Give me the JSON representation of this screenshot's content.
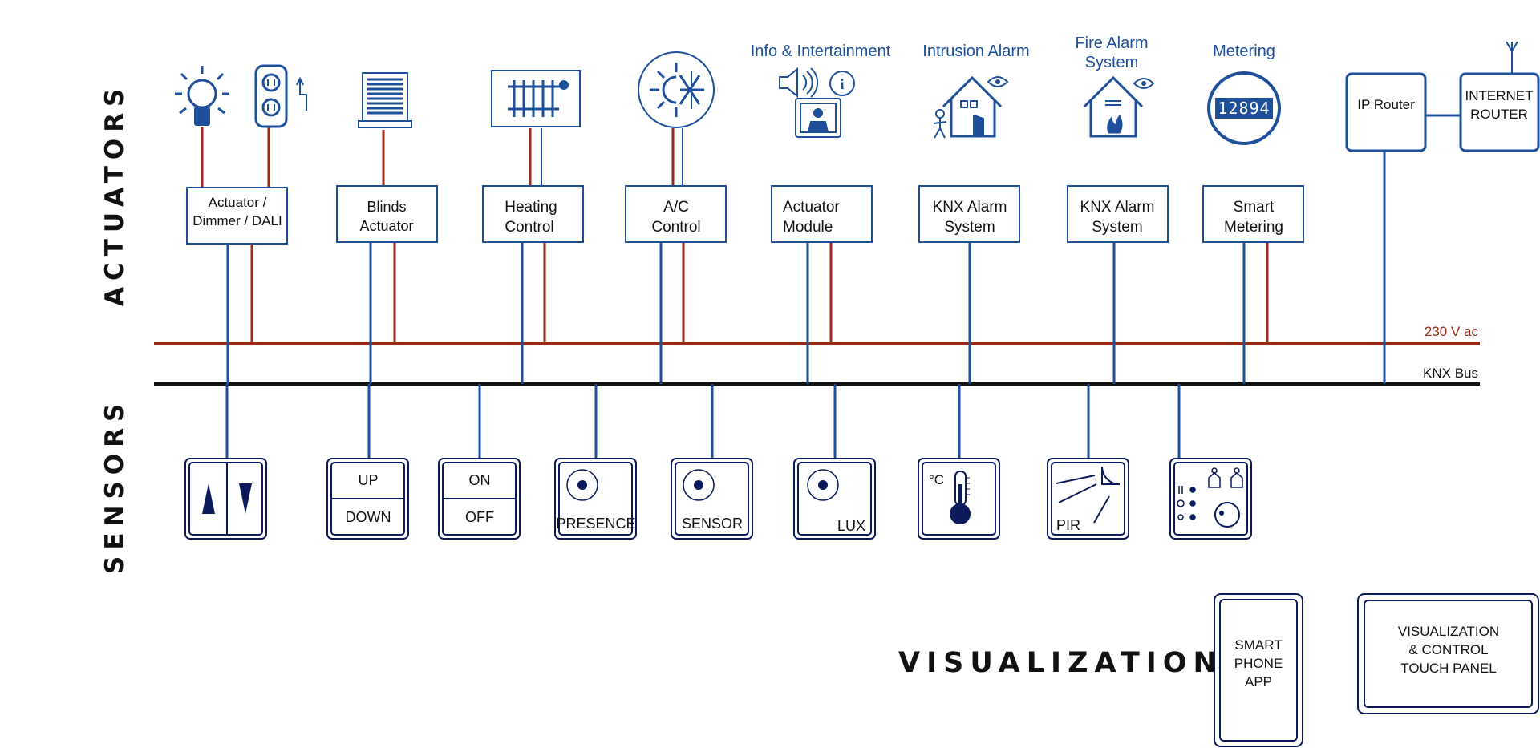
{
  "colors": {
    "blue": "#1d4f9a",
    "navy": "#0b1a5a",
    "red": "#9a2a18",
    "black": "#111111"
  },
  "sections": {
    "actuators": "ACTUATORS",
    "sensors": "SENSORS",
    "visualization": "VISUALIZATION"
  },
  "bus": {
    "power": "230 V ac",
    "knx": "KNX Bus"
  },
  "headers": {
    "info": "Info & Intertainment",
    "intrusion": "Intrusion Alarm",
    "fire": [
      "Fire Alarm",
      "System"
    ],
    "metering": "Metering"
  },
  "actuators": [
    {
      "id": "dimmer",
      "lines": [
        "Actuator /",
        "Dimmer / DALI"
      ]
    },
    {
      "id": "blinds",
      "lines": [
        "Blinds",
        "Actuator"
      ]
    },
    {
      "id": "heating",
      "lines": [
        "Heating",
        "Control"
      ]
    },
    {
      "id": "ac",
      "lines": [
        "A/C",
        "Control"
      ]
    },
    {
      "id": "module",
      "lines": [
        "Actuator",
        "Module"
      ]
    },
    {
      "id": "alarm1",
      "lines": [
        "KNX Alarm",
        "System"
      ]
    },
    {
      "id": "alarm2",
      "lines": [
        "KNX Alarm",
        "System"
      ]
    },
    {
      "id": "metering",
      "lines": [
        "Smart",
        "Metering"
      ]
    }
  ],
  "meter_digits": "12894",
  "routers": {
    "ip": "IP Router",
    "internet": [
      "INTERNET",
      "ROUTER"
    ]
  },
  "sensors": [
    {
      "id": "arrows"
    },
    {
      "id": "updown",
      "top": "UP",
      "bottom": "DOWN"
    },
    {
      "id": "onoff",
      "top": "ON",
      "bottom": "OFF"
    },
    {
      "id": "presence",
      "label": "PRESENCE"
    },
    {
      "id": "sensor",
      "label": "SENSOR"
    },
    {
      "id": "lux",
      "label": "LUX"
    },
    {
      "id": "thermo",
      "label": "°C"
    },
    {
      "id": "pir",
      "label": "PIR"
    },
    {
      "id": "scene"
    }
  ],
  "visualization": {
    "phone": [
      "SMART",
      "PHONE",
      "APP"
    ],
    "panel": [
      "VISUALIZATION",
      "& CONTROL",
      "TOUCH PANEL"
    ]
  }
}
